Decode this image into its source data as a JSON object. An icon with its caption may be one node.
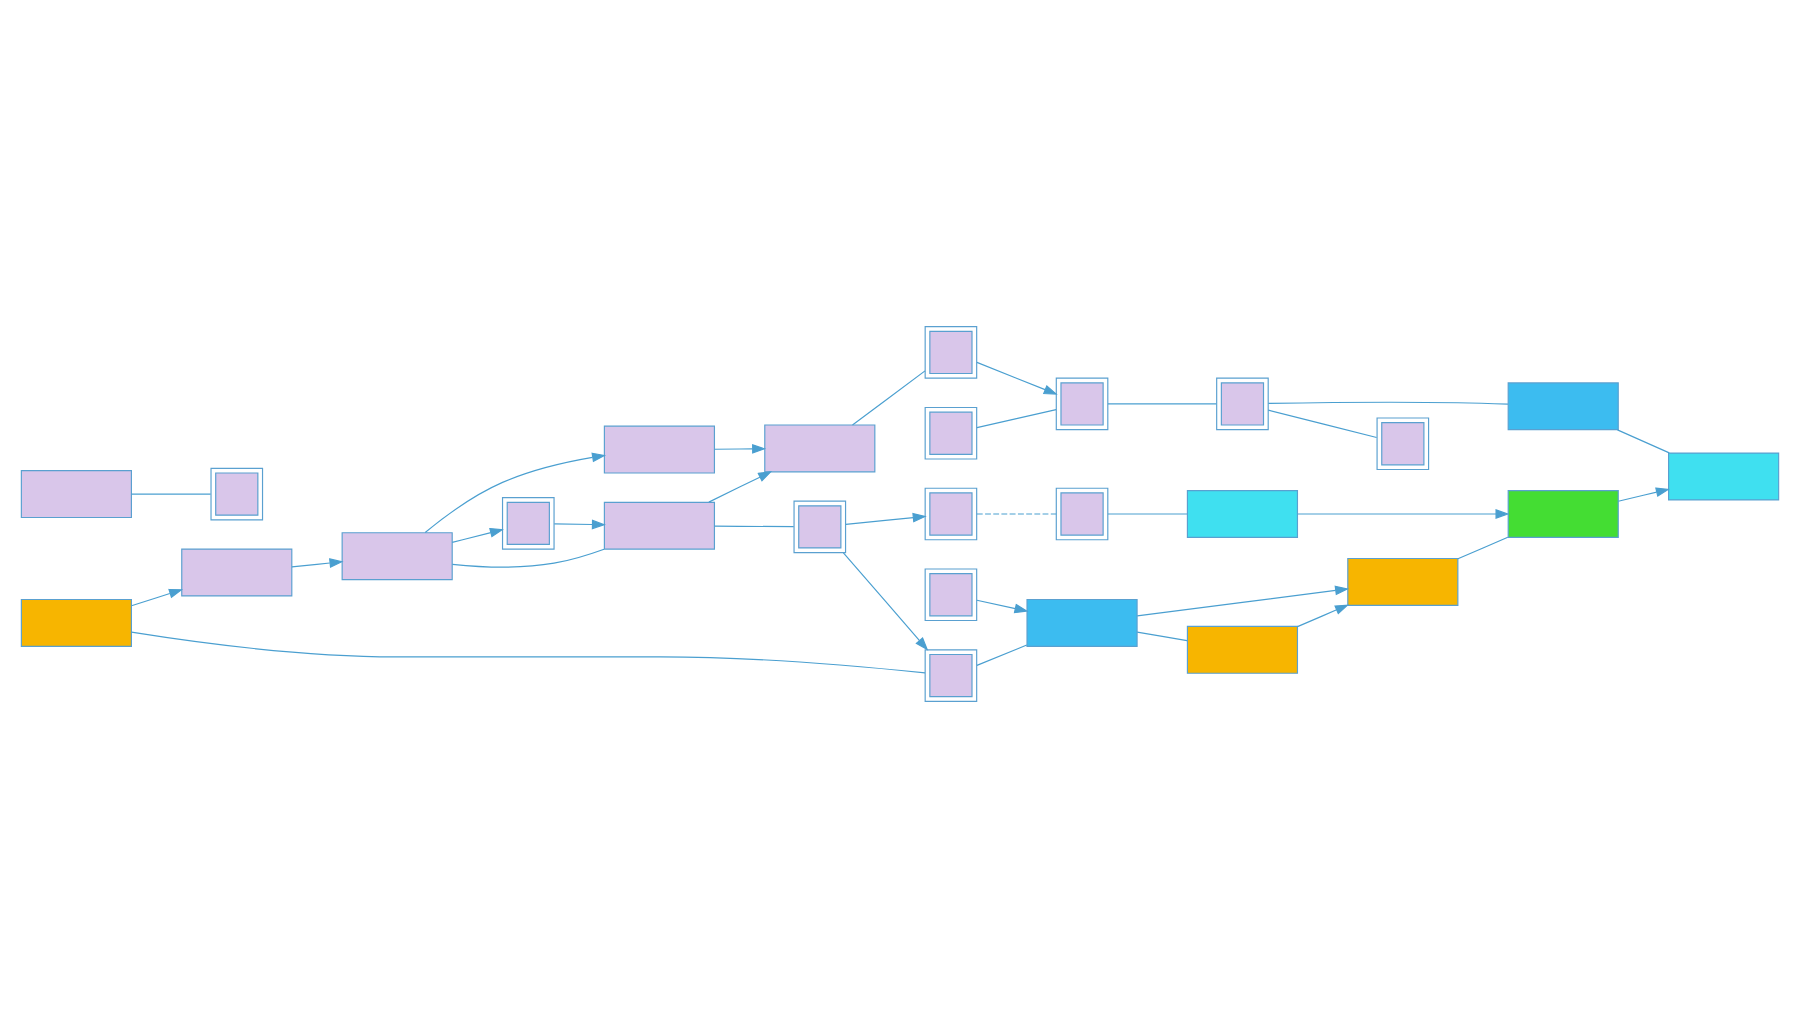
{
  "diagram": {
    "nodes": [
      {
        "text": [],
        "shape": "box"
      },
      {
        "text": [],
        "shape": "box"
      },
      {
        "text": [],
        "shape": "picture"
      },
      {
        "text": [],
        "shape": "box"
      },
      {
        "text": [],
        "shape": "box"
      },
      {
        "text": [],
        "shape": "box"
      },
      {
        "text": [],
        "shape": "box"
      },
      {
        "text": [],
        "shape": "picture"
      },
      {
        "text": [],
        "shape": "picture"
      },
      {
        "text": [],
        "shape": "picture"
      },
      {
        "text": [],
        "shape": "picture"
      },
      {
        "text": [],
        "shape": "picture"
      },
      {
        "text": [],
        "shape": "picture"
      },
      {
        "text": [],
        "shape": "box"
      },
      {
        "text": [],
        "shape": "picture"
      },
      {
        "text": [],
        "shape": "picture"
      },
      {
        "text": [],
        "shape": "box"
      },
      {
        "text": [],
        "shape": "box"
      },
      {
        "text": [],
        "shape": "box"
      },
      {
        "text": [],
        "shape": "picture"
      },
      {
        "text": [],
        "shape": "box"
      },
      {
        "text": [],
        "shape": "box"
      },
      {
        "text": [],
        "shape": "picture"
      },
      {
        "text": [],
        "shape": "box"
      },
      {
        "text": [],
        "shape": "picture"
      },
      {
        "text": [],
        "shape": "box"
      }
    ],
    "edges": [
      {
        "from": 1,
        "to": 0,
        "arrow": "to"
      },
      {
        "from": 0,
        "to": 3,
        "arrow": "to"
      },
      {
        "from": 3,
        "to": 2,
        "arrow": "to"
      },
      {
        "from": 2,
        "to": 4,
        "arrow": "to"
      },
      {
        "from": 3,
        "to": 5,
        "arrow": "to"
      },
      {
        "from": 4,
        "to": 6,
        "arrow": "to"
      },
      {
        "from": 3,
        "to": 4,
        "arrow": "none"
      },
      {
        "from": 5,
        "to": 6,
        "arrow": "to"
      },
      {
        "from": 4,
        "to": 7,
        "arrow": "none"
      },
      {
        "from": 1,
        "to": 9,
        "arrow": "none"
      },
      {
        "from": 7,
        "to": 9,
        "arrow": "to"
      },
      {
        "from": 7,
        "to": 10,
        "arrow": "to"
      },
      {
        "from": 6,
        "to": 8,
        "arrow": "none"
      },
      {
        "from": 8,
        "to": 12,
        "arrow": "to"
      },
      {
        "from": 11,
        "to": 12,
        "arrow": "none"
      },
      {
        "from": 13,
        "to": 14,
        "arrow": "none"
      },
      {
        "from": 15,
        "to": 16,
        "arrow": "to"
      },
      {
        "from": 9,
        "to": 16,
        "arrow": "none"
      },
      {
        "from": 16,
        "to": 17,
        "arrow": "none"
      },
      {
        "from": 16,
        "to": 18,
        "arrow": "to"
      },
      {
        "from": 17,
        "to": 18,
        "arrow": "to"
      },
      {
        "from": 10,
        "to": 19,
        "arrow": "none",
        "style": "dashed"
      },
      {
        "from": 19,
        "to": 20,
        "arrow": "none"
      },
      {
        "from": 20,
        "to": 21,
        "arrow": "to"
      },
      {
        "from": 18,
        "to": 21,
        "arrow": "none"
      },
      {
        "from": 12,
        "to": 22,
        "arrow": "none"
      },
      {
        "from": 22,
        "to": 23,
        "arrow": "none"
      },
      {
        "from": 22,
        "to": 24,
        "arrow": "none"
      },
      {
        "from": 23,
        "to": 25,
        "arrow": "none"
      },
      {
        "from": 21,
        "to": 25,
        "arrow": "to"
      }
    ]
  }
}
